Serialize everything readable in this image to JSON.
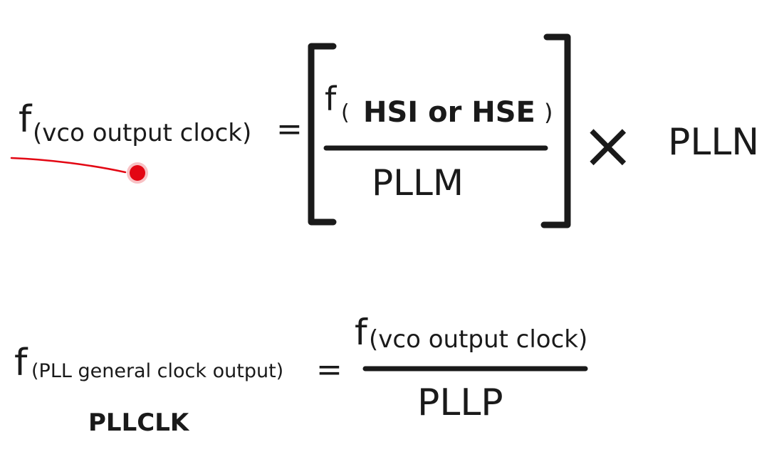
{
  "equation_vco": {
    "lhs_f": "f",
    "lhs_subscript": "(vco output clock)",
    "equals": "=",
    "numerator_f": "f",
    "numerator_paren_open": "(",
    "numerator_source": "HSI or HSE",
    "numerator_paren_close": ")",
    "denominator": "PLLM",
    "times": "×",
    "multiplier": "PLLN"
  },
  "equation_pll": {
    "lhs_f": "f",
    "lhs_subscript": "(PLL general clock output)",
    "equals": "=",
    "numerator_f": "f",
    "numerator_subscript": "(vco output clock)",
    "denominator": "PLLP",
    "annotation": "PLLCLK"
  },
  "colors": {
    "ink": "#1a1a1a",
    "annotation_red": "#e30613"
  }
}
